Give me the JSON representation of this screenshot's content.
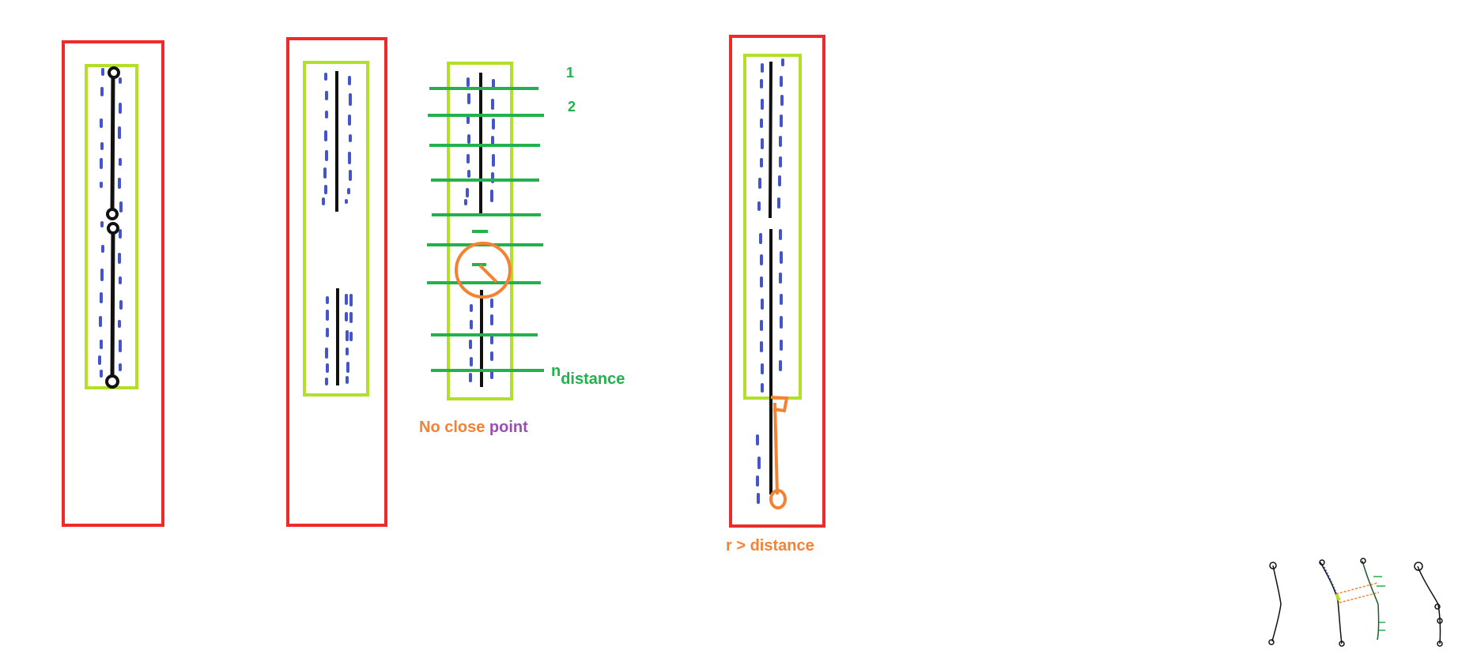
{
  "labels": {
    "line_1": "1",
    "line_2": "2",
    "line_n_prefix": "n",
    "line_n_suffix": "distance",
    "no_close_part1": "No close ",
    "no_close_part2": "point",
    "r_distance": "r > distance"
  },
  "colors": {
    "red_frame": "#ee2a2a",
    "lime_frame": "#b2e02a",
    "blue_points": "#4455cc",
    "line_black": "#111111",
    "scan_green": "#22b14c",
    "orange": "#f58232",
    "purple": "#9b4fb2"
  }
}
